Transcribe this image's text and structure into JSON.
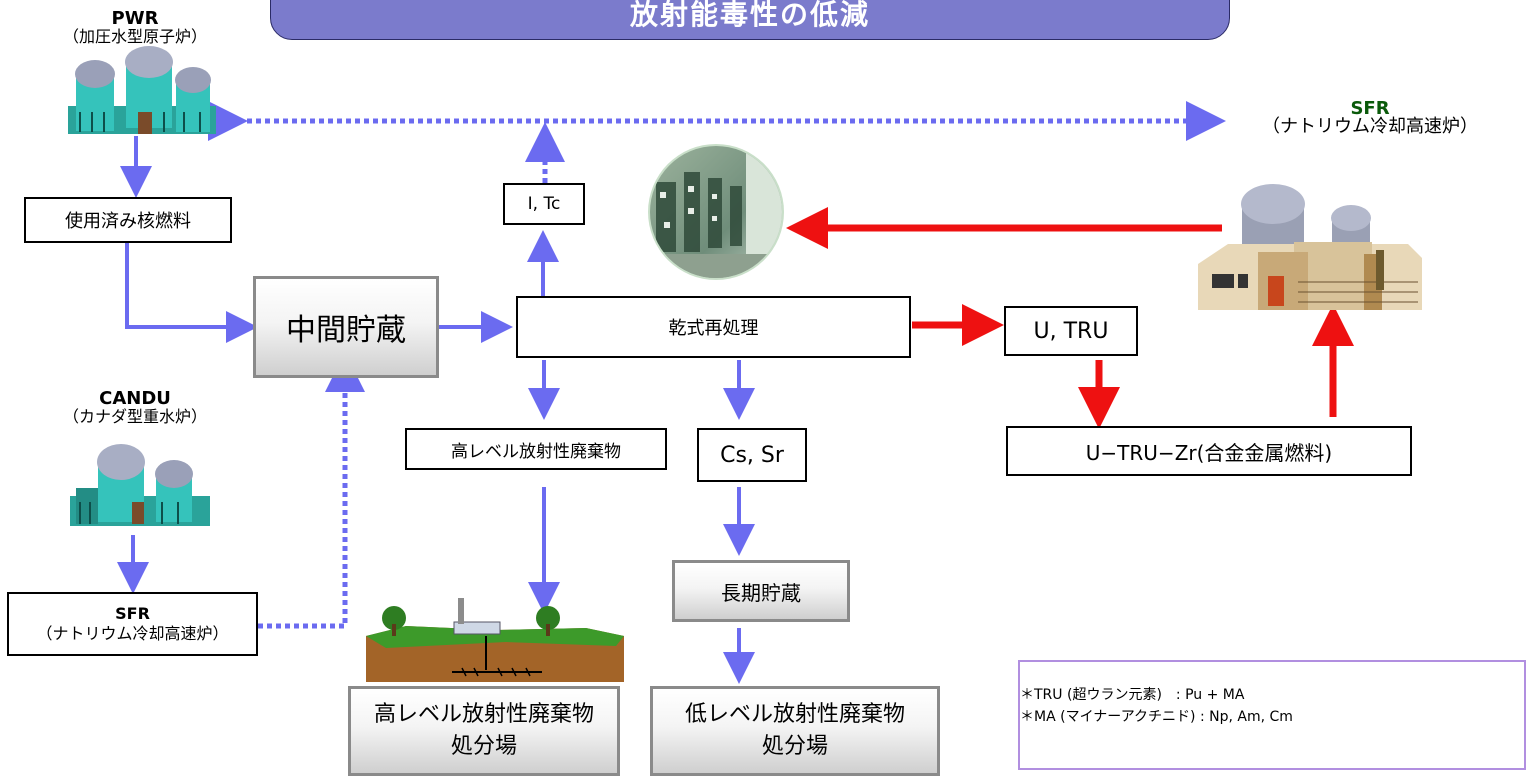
{
  "title": "放射能毒性の低減",
  "reactors": {
    "pwr": {
      "name": "PWR",
      "desc": "（加圧水型原子炉）"
    },
    "candu": {
      "name": "CANDU",
      "desc": "（カナダ型重水炉）"
    },
    "sfr_right": {
      "name": "SFR",
      "desc": "（ナトリウム冷却高速炉）"
    },
    "sfr_left": {
      "name": "SFR",
      "desc": "（ナトリウム冷却高速炉）"
    }
  },
  "boxes": {
    "spent_fuel": "使用済み核燃料",
    "interim_storage": "中間貯蔵",
    "i_tc": "I, Tc",
    "pyro": "乾式再処理",
    "u_tru": "U, TRU",
    "u_tru_zr": "U−TRU−Zr(合金金属燃料)",
    "hlw": "高レベル放射性廃棄物",
    "cs_sr": "Cs, Sr",
    "long_storage": "長期貯蔵",
    "hlw_disposal_l1": "高レベル放射性廃棄物",
    "hlw_disposal_l2": "処分場",
    "llw_disposal_l1": "低レベル放射性廃棄物",
    "llw_disposal_l2": "処分場"
  },
  "notes": [
    "＊TRU (超ウラン元素)　: Pu + MA",
    "＊MA (マイナーアクチニド) : Np, Am, Cm"
  ],
  "colors": {
    "blue_arrow": "#6b6bf0",
    "red_arrow": "#ee1111",
    "banner": "#7b7bcc",
    "sfr_label": "#0a5a0a"
  }
}
